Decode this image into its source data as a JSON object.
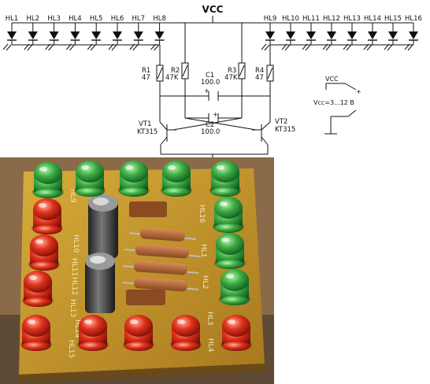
{
  "schematic": {
    "vcc_label": "VCC",
    "leds_left": [
      "HL1",
      "HL2",
      "HL3",
      "HL4",
      "HL5",
      "HL6",
      "HL7",
      "HL8"
    ],
    "leds_right": [
      "HL9",
      "HL10",
      "HL11",
      "HL12",
      "HL13",
      "HL14",
      "HL15",
      "HL16"
    ],
    "r1": {
      "name": "R1",
      "value": "47"
    },
    "r2": {
      "name": "R2",
      "value": "47K"
    },
    "r3": {
      "name": "R3",
      "value": "47K"
    },
    "r4": {
      "name": "R4",
      "value": "47"
    },
    "c1": {
      "name": "C1",
      "value": "100.0"
    },
    "c2": {
      "name": "C2",
      "value": "100.0"
    },
    "vt1": {
      "name": "VT1",
      "model": "KT315"
    },
    "vt2": {
      "name": "VT2",
      "model": "KT315"
    },
    "supply_vcc": "VCC",
    "supply_range": "Vcc=3...12 B",
    "plus_sign": "+"
  },
  "photo": {
    "board_color": "#c49a2a",
    "silk_labels": [
      "HL9",
      "HL10",
      "HL11",
      "HL12",
      "HL13",
      "HL14",
      "HL15",
      "HL16",
      "HL1",
      "HL2",
      "HL3",
      "HL4"
    ]
  }
}
